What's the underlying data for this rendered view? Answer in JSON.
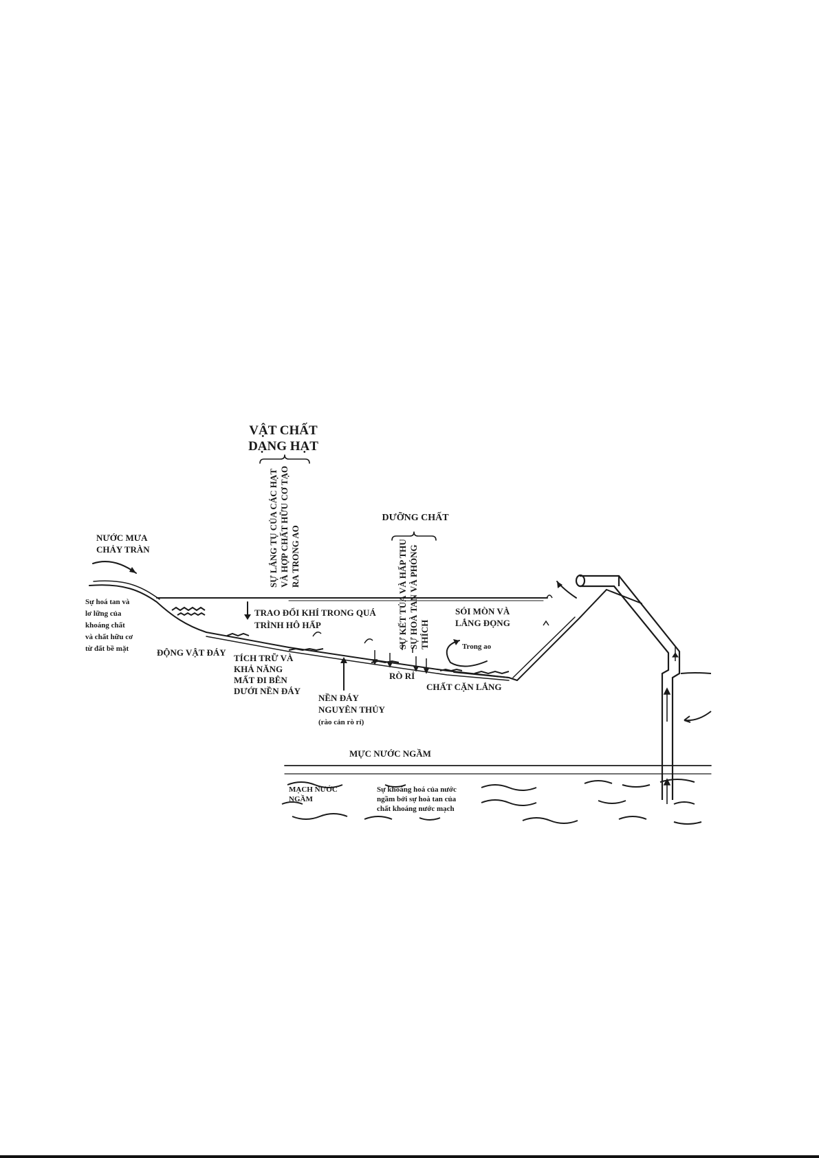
{
  "labels": {
    "particulate_title_1": "VẬT CHẤT",
    "particulate_title_2": "DẠNG HẠT",
    "settling_v1": "SỰ LẮNG TỤ CỦA CÁC HẠT",
    "settling_v2": "VÀ HỢP CHẤT HỮU CƠ TẠO",
    "settling_v3": "RA TRONG AO",
    "nutrients": "DƯỠNG CHẤT",
    "precip_v1": "SỰ KẾT TỦA VÀ HẤP THU",
    "precip_v2": "SỰ HOÀ TAN VÀ PHÓNG",
    "precip_v3": "THÍCH",
    "rain_1": "NƯỚC MƯA",
    "rain_2": "CHẢY TRÀN",
    "dissolve_1": "Sự hoá tan và",
    "dissolve_2": "lơ lững của",
    "dissolve_3": "khoáng chất",
    "dissolve_4": "và chất hữu cơ",
    "dissolve_5": "từ đất bề mặt",
    "benthos": "ĐỘNG VẬT ĐÁY",
    "gas_1": "TRAO ĐỔI KHÍ TRONG QUÁ",
    "gas_2": "TRÌNH HÔ HẤP",
    "storage_1": "TÍCH TRỮ VÀ",
    "storage_2": "KHẢ NĂNG",
    "storage_3": "MẤT ĐI BÊN",
    "storage_4": "DƯỚI NỀN ĐÁY",
    "leak": "RÒ RỈ",
    "erosion_1": "SÓI MÒN VÀ",
    "erosion_2": "LẮNG ĐỌNG",
    "in_pond": "Trong ao",
    "sediment": "CHẤT CẶN LẮNG",
    "base_1": "NỀN ĐÁY",
    "base_2": "NGUYÊN THỦY",
    "base_3": "(rào cản rò rỉ)",
    "groundwater_level": "MỰC NƯỚC NGẦM",
    "aquifer_1": "MẠCH NƯỚC",
    "aquifer_2": "NGẦM",
    "mineral_1": "Sự khoáng hoá của nước",
    "mineral_2": "ngầm bởi sự hoà tan của",
    "mineral_3": "chất khoáng nước mạch"
  }
}
